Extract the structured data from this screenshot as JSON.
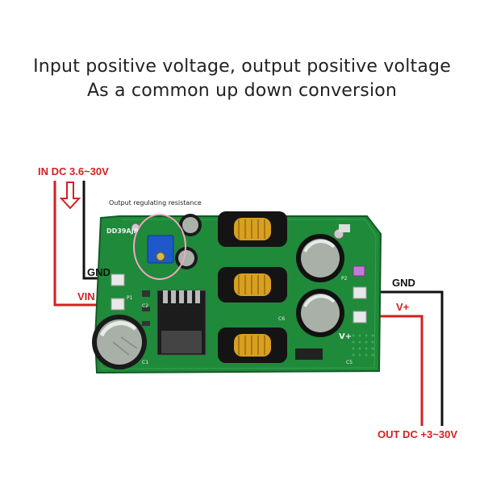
{
  "headline": {
    "line1": "Input positive voltage, output positive voltage",
    "line2": "As a common up down conversion"
  },
  "labels": {
    "in_dc": "IN DC 3.6~30V",
    "out_dc": "OUT DC +3~30V",
    "gnd_in": "GND",
    "vin": "VIN",
    "gnd_out": "GND",
    "vplus": "V+",
    "regulating": "Output regulating resistance",
    "board_model": "DD39AJP",
    "pin_p1": "P1",
    "pin_p2": "P2",
    "cap_c1": "C1",
    "cap_c2": "C2",
    "cap_c5": "C5",
    "cap_c6": "C6",
    "board_vplus": "V+"
  },
  "colors": {
    "red_wire": "#d42020",
    "black_wire": "#111111",
    "pcb_green": "#1f8a3a",
    "inductor_copper": "#d8a020"
  }
}
